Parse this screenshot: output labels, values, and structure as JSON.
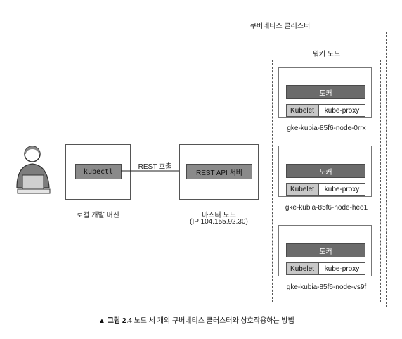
{
  "cluster": {
    "title": "쿠버네티스 클러스터"
  },
  "worker": {
    "title": "워커 노드"
  },
  "nodes": [
    {
      "runtime": "도커",
      "kubelet": "Kubelet",
      "proxy": "kube-proxy",
      "name": "gke-kubia-85f6-node-0rrx"
    },
    {
      "runtime": "도커",
      "kubelet": "Kubelet",
      "proxy": "kube-proxy",
      "name": "gke-kubia-85f6-node-heo1"
    },
    {
      "runtime": "도커",
      "kubelet": "Kubelet",
      "proxy": "kube-proxy",
      "name": "gke-kubia-85f6-node-vs9f"
    }
  ],
  "local": {
    "component": "kubectl",
    "label": "로컬 개발 머신"
  },
  "connection": {
    "label": "REST 호출"
  },
  "master": {
    "component": "REST API 서버",
    "label": "마스터 노드",
    "ip": "(IP 104.155.92.30)"
  },
  "caption": {
    "marker": "▲",
    "figure": "그림 2.4",
    "text": "노드 세 개의 쿠버네티스 클러스터와 상호작용하는 방법"
  }
}
